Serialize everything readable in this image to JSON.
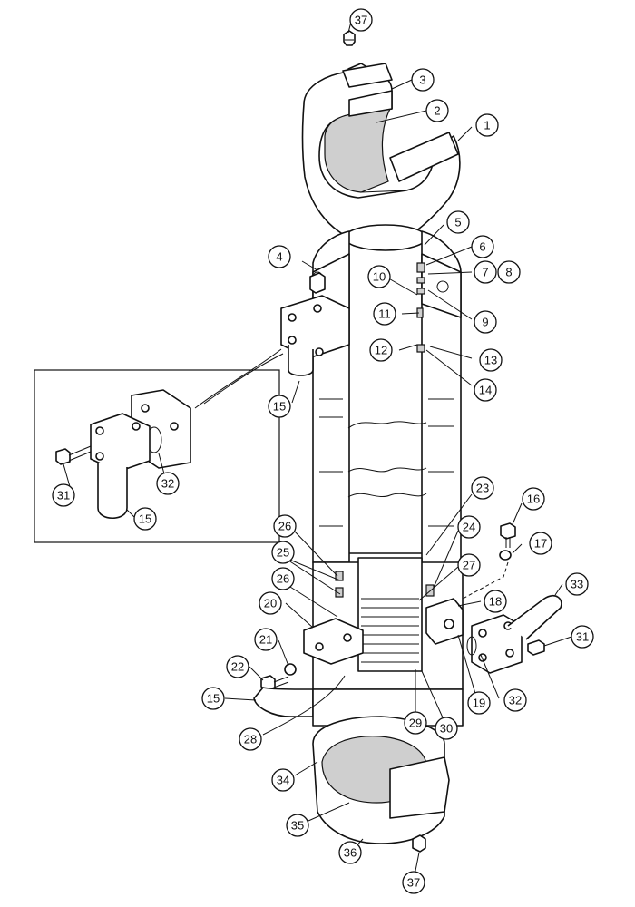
{
  "callouts": [
    {
      "key": "c37a",
      "label": "37"
    },
    {
      "key": "c3",
      "label": "3"
    },
    {
      "key": "c2",
      "label": "2"
    },
    {
      "key": "c1",
      "label": "1"
    },
    {
      "key": "c5",
      "label": "5"
    },
    {
      "key": "c6",
      "label": "6"
    },
    {
      "key": "c7",
      "label": "7"
    },
    {
      "key": "c8",
      "label": "8"
    },
    {
      "key": "c4",
      "label": "4"
    },
    {
      "key": "c10",
      "label": "10"
    },
    {
      "key": "c9",
      "label": "9"
    },
    {
      "key": "c11",
      "label": "11"
    },
    {
      "key": "c12",
      "label": "12"
    },
    {
      "key": "c13",
      "label": "13"
    },
    {
      "key": "c14",
      "label": "14"
    },
    {
      "key": "c15a",
      "label": "15"
    },
    {
      "key": "c31a",
      "label": "31"
    },
    {
      "key": "c32a",
      "label": "32"
    },
    {
      "key": "c15b",
      "label": "15"
    },
    {
      "key": "c23",
      "label": "23"
    },
    {
      "key": "c16",
      "label": "16"
    },
    {
      "key": "c26a",
      "label": "26"
    },
    {
      "key": "c24",
      "label": "24"
    },
    {
      "key": "c17",
      "label": "17"
    },
    {
      "key": "c25",
      "label": "25"
    },
    {
      "key": "c27",
      "label": "27"
    },
    {
      "key": "c33",
      "label": "33"
    },
    {
      "key": "c26b",
      "label": "26"
    },
    {
      "key": "c18",
      "label": "18"
    },
    {
      "key": "c20",
      "label": "20"
    },
    {
      "key": "c31b",
      "label": "31"
    },
    {
      "key": "c21",
      "label": "21"
    },
    {
      "key": "c22",
      "label": "22"
    },
    {
      "key": "c15c",
      "label": "15"
    },
    {
      "key": "c19",
      "label": "19"
    },
    {
      "key": "c32b",
      "label": "32"
    },
    {
      "key": "c28",
      "label": "28"
    },
    {
      "key": "c29",
      "label": "29"
    },
    {
      "key": "c30",
      "label": "30"
    },
    {
      "key": "c34",
      "label": "34"
    },
    {
      "key": "c35",
      "label": "35"
    },
    {
      "key": "c36",
      "label": "36"
    },
    {
      "key": "c37b",
      "label": "37"
    }
  ]
}
